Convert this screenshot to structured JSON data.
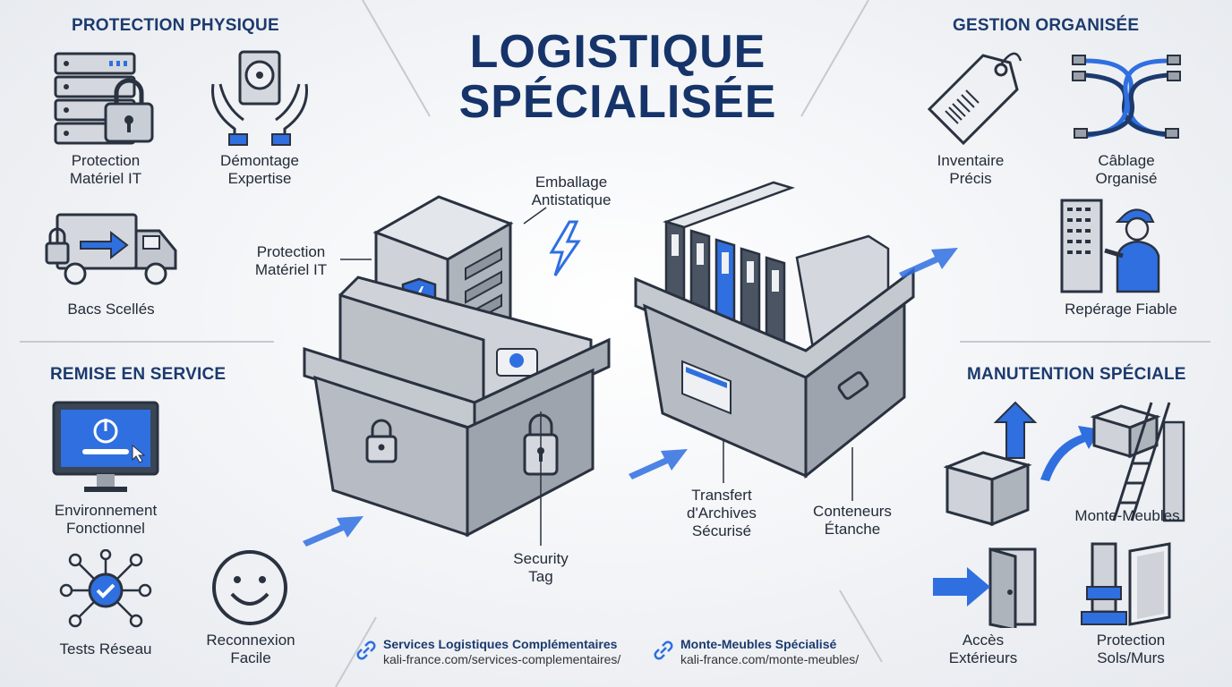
{
  "title": {
    "line1": "LOGISTIQUE",
    "line2": "SPÉCIALISÉE"
  },
  "sections": {
    "protection_physique": {
      "heading": "PROTECTION PHYSIQUE",
      "items": [
        {
          "line1": "Protection",
          "line2": "Matériel IT",
          "icon": "server-lock-icon"
        },
        {
          "line1": "Démontage",
          "line2": "Expertise",
          "icon": "hands-hard-drive-icon"
        },
        {
          "line1": "Bacs Scellés",
          "line2": "",
          "icon": "locked-truck-icon"
        }
      ]
    },
    "remise_en_service": {
      "heading": "REMISE EN SERVICE",
      "items": [
        {
          "line1": "Environnement",
          "line2": "Fonctionnel",
          "icon": "monitor-power-icon"
        },
        {
          "line1": "Tests Réseau",
          "line2": "",
          "icon": "network-check-icon"
        },
        {
          "line1": "Reconnexion",
          "line2": "Facile",
          "icon": "smiley-icon"
        }
      ]
    },
    "gestion_organisee": {
      "heading": "GESTION ORGANISÉE",
      "items": [
        {
          "line1": "Inventaire",
          "line2": "Précis",
          "icon": "barcode-tag-icon"
        },
        {
          "line1": "Câblage",
          "line2": "Organisé",
          "icon": "cables-icon"
        },
        {
          "line1": "Repérage Fiable",
          "line2": "",
          "icon": "technician-rack-icon"
        }
      ]
    },
    "manutention_speciale": {
      "heading": "MANUTENTION SPÉCIALE",
      "items": [
        {
          "line1": "Monte-Meubles",
          "line2": "",
          "icon": "box-lift-icon"
        },
        {
          "line1": "Accès",
          "line2": "Extérieurs",
          "icon": "door-arrow-icon"
        },
        {
          "line1": "Protection",
          "line2": "Sols/Murs",
          "icon": "wall-protection-icon"
        }
      ]
    }
  },
  "center": {
    "protection_label": {
      "line1": "Protection",
      "line2": "Matériel IT"
    },
    "antistatic_label": {
      "line1": "Emballage",
      "line2": "Antistatique"
    },
    "security_tag_label": {
      "line1": "Security",
      "line2": "Tag"
    },
    "transfer_label": {
      "line1": "Transfert",
      "line2": "d'Archives",
      "line3": "Sécurisé"
    },
    "containers_label": {
      "line1": "Conteneurs",
      "line2": "Étanche"
    }
  },
  "links": [
    {
      "title": "Services Logistiques Complémentaires",
      "url": "kali-france.com/services-complementaires/"
    },
    {
      "title": "Monte-Meubles Spécialisé",
      "url": "kali-france.com/monte-meubles/"
    }
  ],
  "colors": {
    "accent": "#2f6fe0",
    "navy": "#1c3a6e",
    "gray": "#b9bec6",
    "dark": "#2a3240"
  }
}
